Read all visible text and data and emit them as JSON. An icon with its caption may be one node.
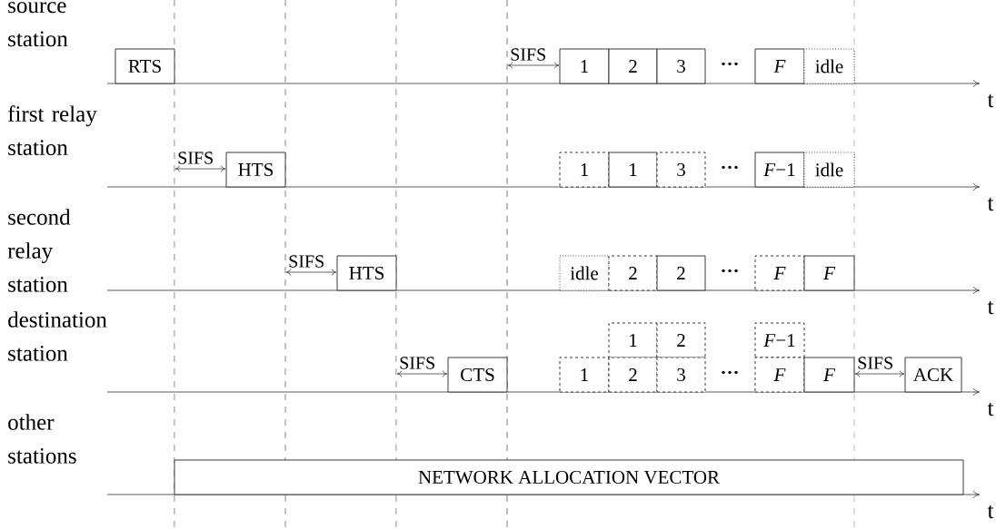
{
  "diagram": {
    "nodes": [
      {
        "text": [
          "RTS"
        ]
      },
      {
        "text": [
          "1"
        ]
      },
      {
        "text": [
          "2"
        ]
      },
      {
        "text": [
          "3"
        ]
      },
      {
        "text": [
          "F"
        ]
      },
      {
        "text": [
          "idle"
        ]
      },
      {
        "text": [
          "HTS"
        ]
      },
      {
        "text": [
          "1"
        ]
      },
      {
        "text": [
          "1"
        ]
      },
      {
        "text": [
          "3"
        ]
      },
      {
        "text": [
          "*F*−1"
        ]
      },
      {
        "text": [
          "idle"
        ]
      },
      {
        "text": [
          "HTS"
        ]
      },
      {
        "text": [
          "idle"
        ]
      },
      {
        "text": [
          "2"
        ]
      },
      {
        "text": [
          "2"
        ]
      },
      {
        "text": [
          "F"
        ]
      },
      {
        "text": [
          "F"
        ]
      },
      {
        "text": [
          "1"
        ]
      },
      {
        "text": [
          "2"
        ]
      },
      {
        "text": [
          "*F*−1"
        ]
      },
      {
        "text": [
          "CTS"
        ]
      },
      {
        "text": [
          "1"
        ]
      },
      {
        "text": [
          "2"
        ]
      },
      {
        "text": [
          "3"
        ]
      },
      {
        "text": [
          "F"
        ]
      },
      {
        "text": [
          "F"
        ]
      },
      {
        "text": [
          "ACK"
        ]
      },
      {
        "text": [
          "NETWORK ALLOCATION VECTOR"
        ]
      }
    ],
    "labels": [
      "source station",
      "SIFS",
      "···",
      "t",
      "first relay station",
      "SIFS",
      "···",
      "t",
      "second relay station",
      "SIFS",
      "···",
      "t",
      "destination station",
      "SIFS",
      "···",
      "SIFS",
      "t",
      "other stations",
      "t"
    ]
  }
}
